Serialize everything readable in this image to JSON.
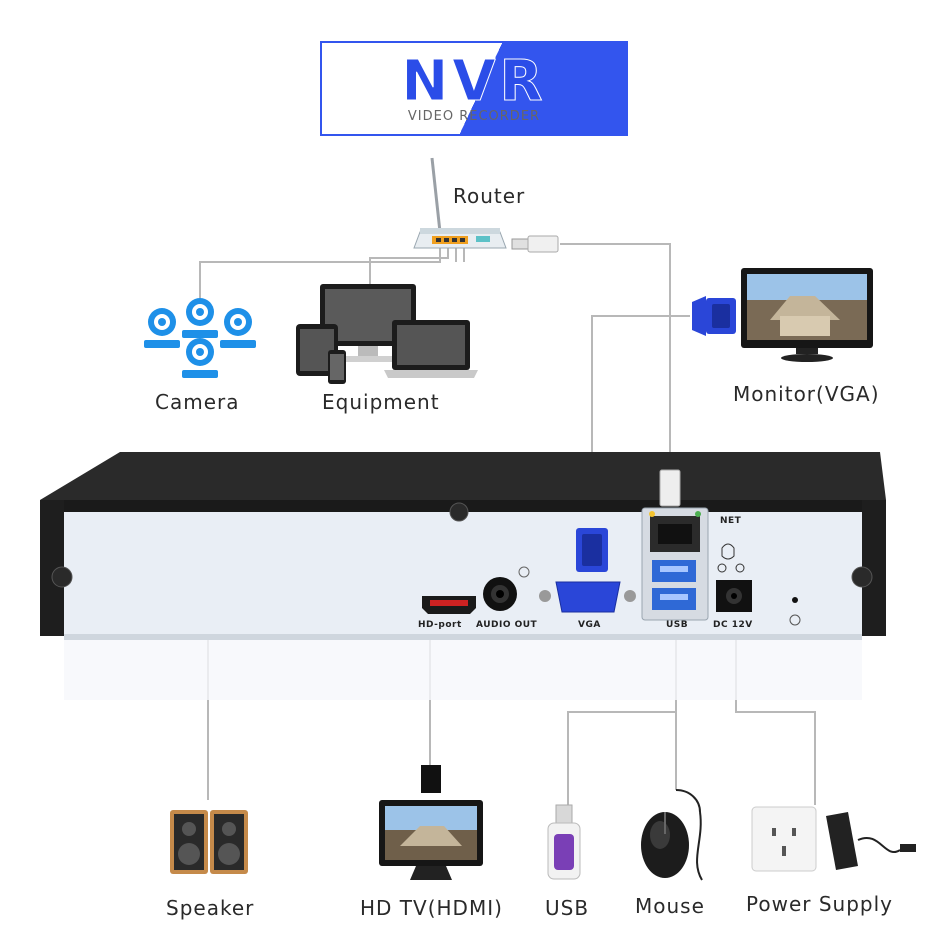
{
  "banner": {
    "title": "NVR",
    "subtitle": "VIDEO RECORDER"
  },
  "devices": {
    "router": "Router",
    "camera": "Camera",
    "equipment": "Equipment",
    "monitor": "Monitor(VGA)",
    "speaker": "Speaker",
    "hdtv": "HD TV(HDMI)",
    "usb": "USB",
    "mouse": "Mouse",
    "power": "Power Supply"
  },
  "ports": {
    "hdmi": "HD-port",
    "audio_out": "AUDIO OUT",
    "vga": "VGA",
    "usb": "USB",
    "dc": "DC 12V",
    "net": "NET"
  },
  "colors": {
    "banner_blue": "#3355ee",
    "cable_gray": "#b8b8b8",
    "camera_blue": "#1e90e8",
    "vga_blue": "#2a46d8",
    "case_black": "#1e1e1e",
    "panel_light": "#e9eef5"
  }
}
